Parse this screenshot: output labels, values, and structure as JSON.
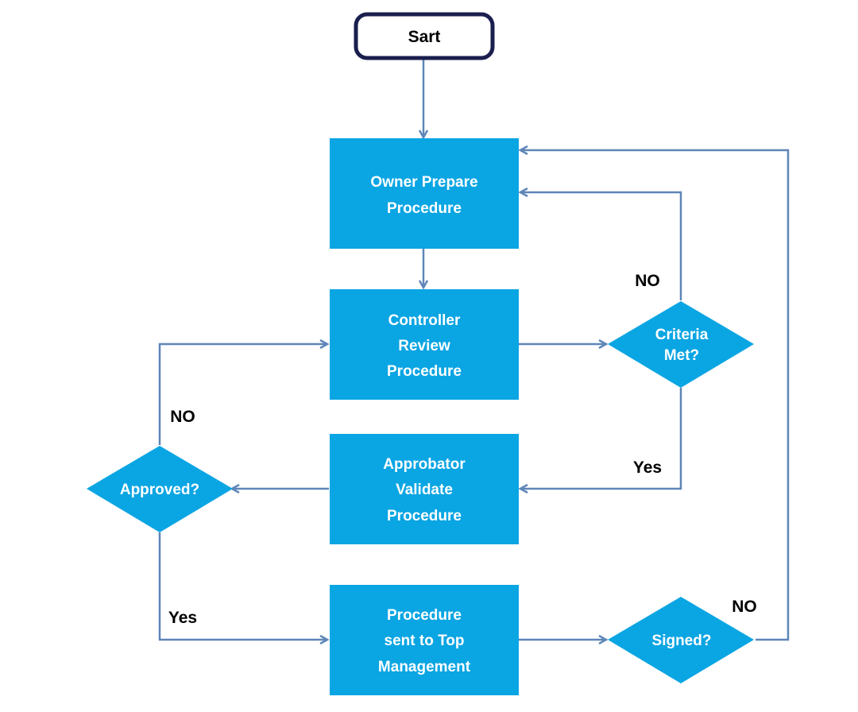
{
  "colors": {
    "process_fill": "#0aa5e3",
    "decision_fill": "#0aa5e3",
    "start_border": "#1a1f4e",
    "edge": "#5e86b8",
    "node_text": "#ffffff",
    "label_text": "#000000"
  },
  "nodes": {
    "start": {
      "lines": [
        "Sart"
      ]
    },
    "owner_prepare": {
      "lines": [
        "Owner Prepare",
        "Procedure"
      ]
    },
    "controller_review": {
      "lines": [
        "Controller",
        "Review",
        "Procedure"
      ]
    },
    "criteria_met": {
      "lines": [
        "Criteria",
        "Met?"
      ]
    },
    "approbator_validate": {
      "lines": [
        "Approbator",
        "Validate",
        "Procedure"
      ]
    },
    "approved": {
      "lines": [
        "Approved?"
      ]
    },
    "sent_top_management": {
      "lines": [
        "Procedure",
        "sent to Top",
        "Management"
      ]
    },
    "signed": {
      "lines": [
        "Signed?"
      ]
    }
  },
  "edge_labels": {
    "criteria_no": "NO",
    "criteria_yes": "Yes",
    "approved_no": "NO",
    "approved_yes": "Yes",
    "signed_no": "NO"
  }
}
